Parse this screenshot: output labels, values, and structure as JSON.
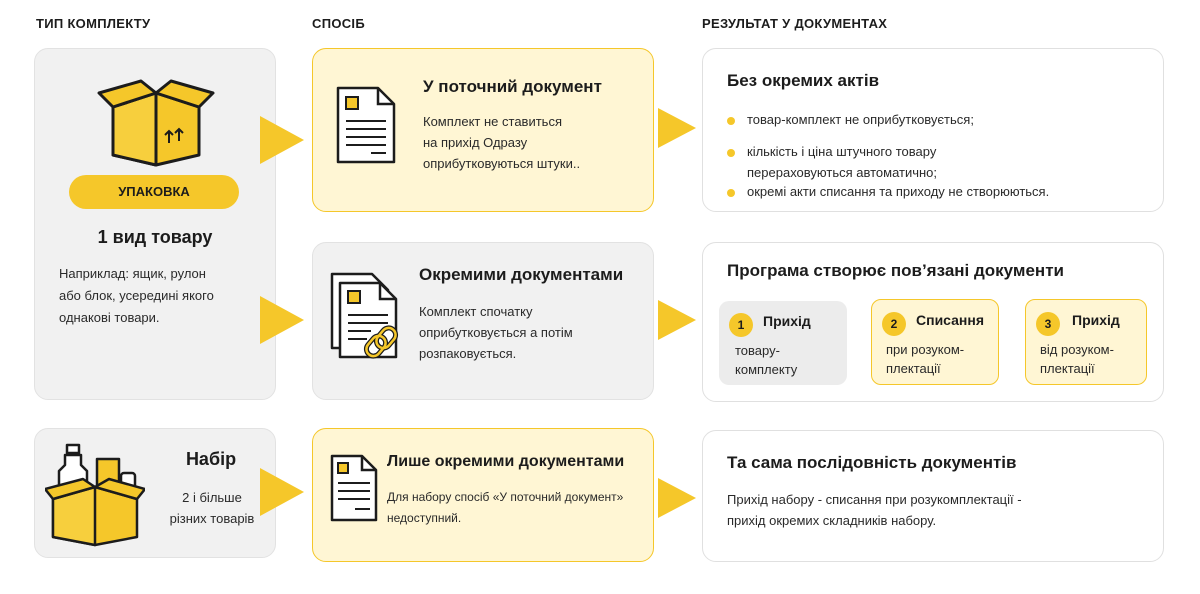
{
  "headers": {
    "type": "ТИП КОМПЛЕКТУ",
    "method": "СПОСІБ",
    "result": "РЕЗУЛЬТАТ У ДОКУМЕНТАХ"
  },
  "packaging": {
    "badge": "УПАКОВКА",
    "title": "1 вид товару",
    "desc": "Наприклад: ящик, рулон\nабо блок, усередині якого\nоднакові товари."
  },
  "set": {
    "title": "Набір",
    "desc": "2 і більше\nрізних товарів"
  },
  "methods": [
    {
      "title": "У поточний документ",
      "desc": "Комплект не ставиться\nна прихід Одразу\nоприбутковуються штуки.."
    },
    {
      "title": "Окремими документами",
      "desc": "Комплект спочатку\nоприбутковується а потім\nрозпаковується."
    },
    {
      "title": "Лише окремими документами",
      "desc": "Для набору спосіб «У поточний документ»\nнедоступний."
    }
  ],
  "results": {
    "r1": {
      "title": "Без окремих актів",
      "bullets": [
        "товар-комплект не оприбутковується;",
        "кількість і ціна штучного товару\nперераховуються автоматично;",
        "окремі акти списання та приходу не створюються."
      ]
    },
    "r2": {
      "title": "Програма створює пов’язані документи",
      "steps": [
        {
          "num": "1",
          "title": "Прихід",
          "desc": "товару-\nкомплекту"
        },
        {
          "num": "2",
          "title": "Списання",
          "desc": "при розуком-\nплектації"
        },
        {
          "num": "3",
          "title": "Прихід",
          "desc": "від розуком-\nплектації"
        }
      ]
    },
    "r3": {
      "title": "Та сама послідовність документів",
      "desc": "Прихід набору - списання при розукомплектації -\nприхід окремих складників набору."
    }
  },
  "colors": {
    "accent": "#f5c72a",
    "accent_light": "#fff6d4",
    "grey": "#f1f1f1"
  }
}
